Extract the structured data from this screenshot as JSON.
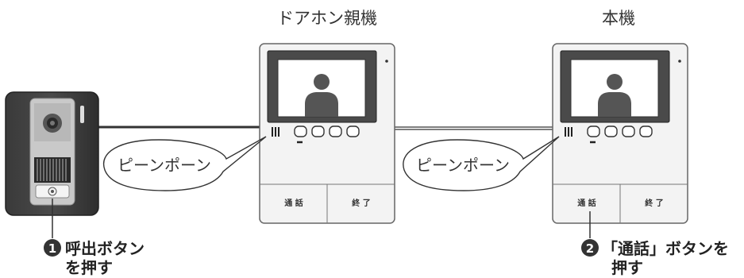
{
  "labels": {
    "master_unit": "ドアホン親機",
    "main_unit": "本機"
  },
  "bubbles": {
    "left": "ピーンポーン",
    "right": "ピーンポーン"
  },
  "buttons": {
    "master_talk": "通 話",
    "master_end": "終 了",
    "main_talk": "通 話",
    "main_end": "終 了"
  },
  "steps": [
    {
      "number": "1",
      "line1": "呼出ボタン",
      "line2": "を押す"
    },
    {
      "number": "2",
      "line1": "「通話」ボタンを",
      "line2": "押す"
    }
  ]
}
